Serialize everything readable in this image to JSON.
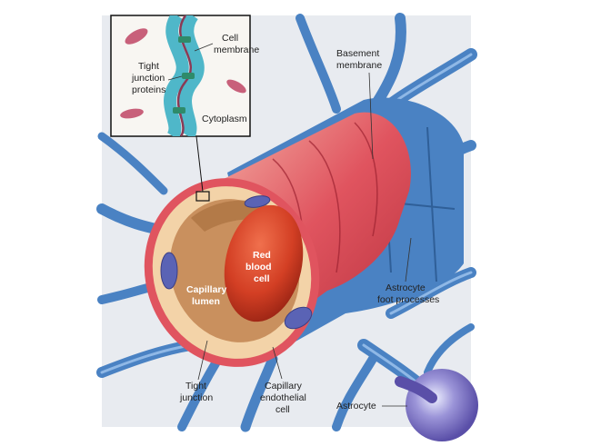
{
  "labels": {
    "cell_membrane": [
      "Cell",
      "membrane"
    ],
    "tight_junction_proteins": [
      "Tight",
      "junction",
      "proteins"
    ],
    "cytoplasm": "Cytoplasm",
    "basement_membrane": [
      "Basement",
      "membrane"
    ],
    "red_blood_cell": [
      "Red",
      "blood",
      "cell"
    ],
    "capillary_lumen": [
      "Capillary",
      "lumen"
    ],
    "astrocyte_foot_processes": [
      "Astrocyte",
      "foot processes"
    ],
    "tight_junction": [
      "Tight",
      "junction"
    ],
    "capillary_endothelial_cell": [
      "Capillary",
      "endothelial",
      "cell"
    ],
    "astrocyte": "Astrocyte"
  },
  "colors": {
    "background": "#e8ebf0",
    "astrocyte": "#4a82c3",
    "basement_membrane": "#d9455a",
    "endothelium": "#f3d3a8",
    "lumen": "#c9905e",
    "red_blood_cell": "#c8321f",
    "inset_membrane": "#4fb7c9"
  }
}
